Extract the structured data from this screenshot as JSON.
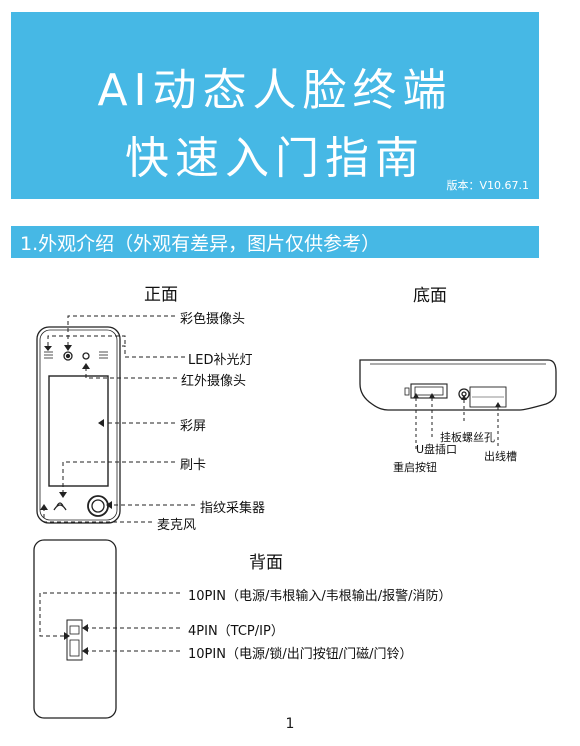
{
  "banner": {
    "title_line1": "AI动态人脸终端",
    "title_line2": "快速入门指南",
    "version": "版本：V10.67.1",
    "color": "#46b8e5"
  },
  "section": {
    "title": "1.外观介绍（外观有差异，图片仅供参考）"
  },
  "front": {
    "heading": "正面",
    "labels": {
      "color_camera": "彩色摄像头",
      "led": "LED补光灯",
      "ir_camera": "红外摄像头",
      "screen": "彩屏",
      "card": "刷卡",
      "fingerprint": "指纹采集器",
      "mic": "麦克风"
    }
  },
  "bottom": {
    "heading": "底面",
    "labels": {
      "screw_hole": "挂板螺丝孔",
      "usb": "U盘插口",
      "cable_slot": "出线槽",
      "reset": "重启按钮"
    }
  },
  "back": {
    "heading": "背面",
    "labels": {
      "pin10_a": "10PIN（电源/韦根输入/韦根输出/报警/消防）",
      "pin4": "4PIN（TCP/IP）",
      "pin10_b": "10PIN（电源/锁/出门按钮/门磁/门铃）"
    }
  },
  "page_number": "1"
}
